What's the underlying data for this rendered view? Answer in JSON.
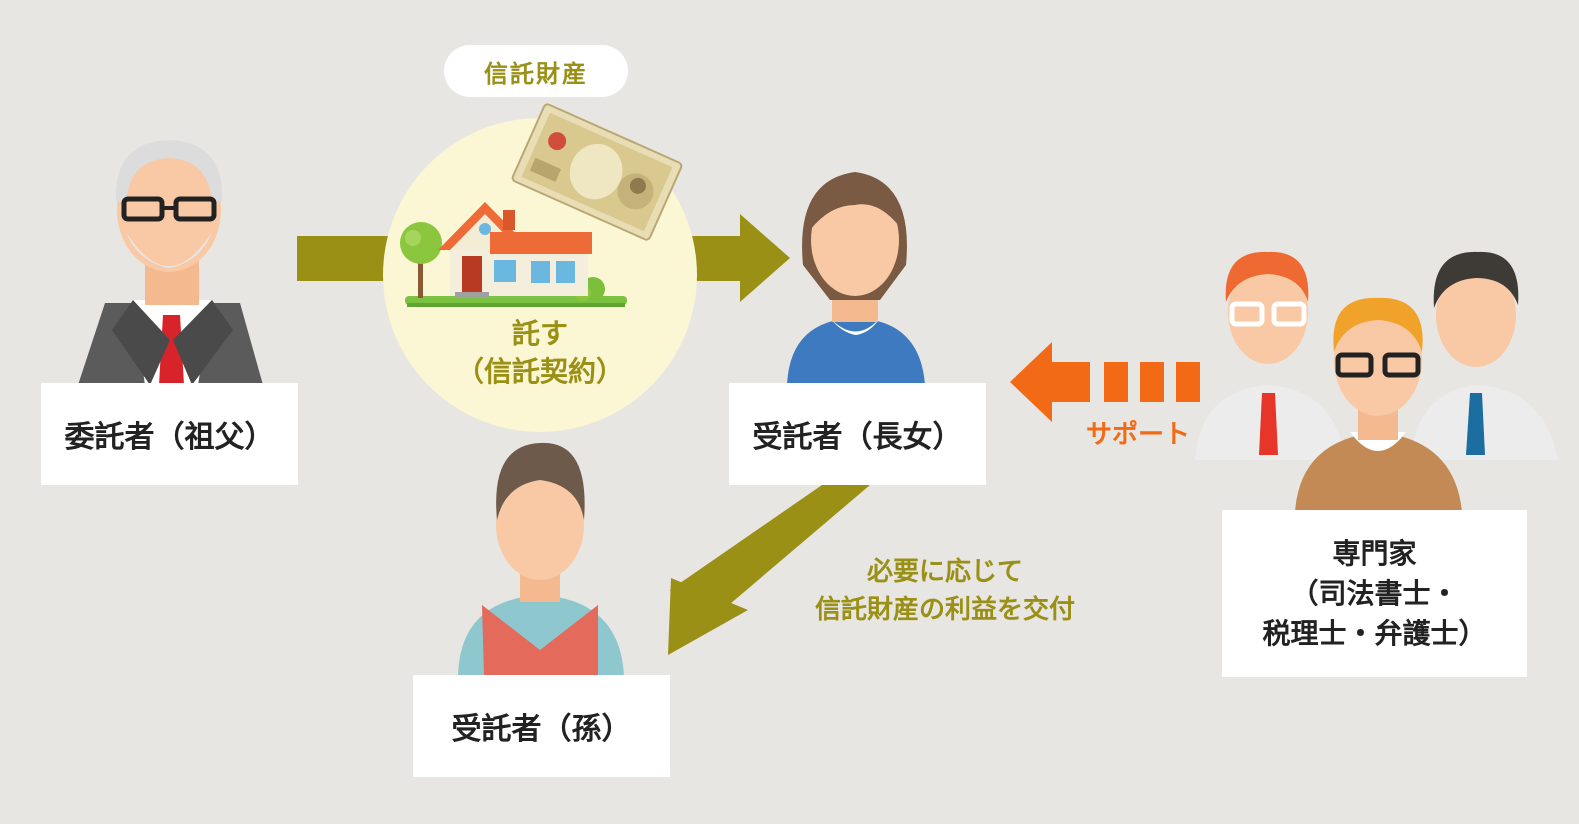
{
  "trust_property_label": "信託財産",
  "entrust_label_line1": "託す",
  "entrust_label_line2": "（信託契約）",
  "settlor_label": "委託者（祖父）",
  "trustee_label": "受託者（長女）",
  "beneficiary_label": "受託者（孫）",
  "support_label": "サポート",
  "expert_label_line1": "専門家",
  "expert_label_line2": "（司法書士・",
  "expert_label_line3": "税理士・弁護士）",
  "benefit_label_line1": "必要に応じて",
  "benefit_label_line2": "信託財産の利益を交付",
  "colors": {
    "background": "#e8e6e2",
    "arrow_olive": "#9a9016",
    "arrow_orange": "#f26a15",
    "circle_fill": "#fbf6d3"
  }
}
